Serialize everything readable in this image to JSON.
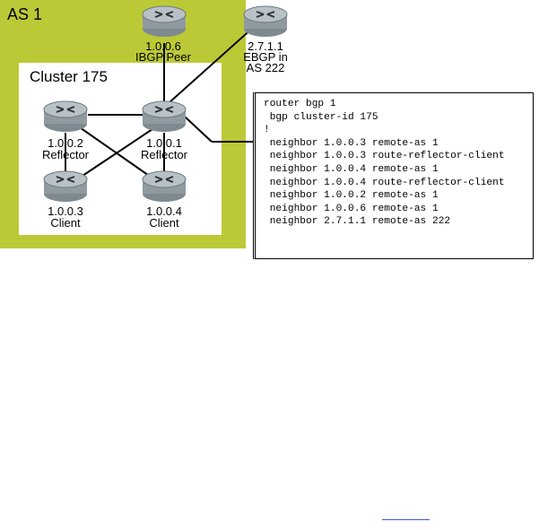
{
  "as": {
    "label": "AS 1"
  },
  "cluster": {
    "label": "Cluster 175"
  },
  "routers": {
    "peer": {
      "address": "1.0.0.6",
      "role": "IBGP Peer"
    },
    "ebgp": {
      "address": "2.7.1.1",
      "role": "EBGP in",
      "as": "AS 222"
    },
    "reflector_a": {
      "address": "1.0.0.2",
      "role": "Reflector"
    },
    "reflector_b": {
      "address": "1.0.0.1",
      "role": "Reflector"
    },
    "client_a": {
      "address": "1.0.0.3",
      "role": "Client"
    },
    "client_b": {
      "address": "1.0.0.4",
      "role": "Client"
    }
  },
  "config": {
    "lines": [
      "router bgp 1",
      " bgp cluster-id 175",
      "!",
      " neighbor 1.0.0.3 remote-as 1",
      " neighbor 1.0.0.3 route-reflector-client",
      " neighbor 1.0.0.4 remote-as 1",
      " neighbor 1.0.0.4 route-reflector-client",
      " neighbor 1.0.0.2 remote-as 1",
      " neighbor 1.0.0.6 remote-as 1",
      " neighbor 2.7.1.1 remote-as 222"
    ]
  },
  "colors": {
    "as_fill": "#bcc936",
    "router_body": "#9aa6ad",
    "link": "#000000"
  }
}
